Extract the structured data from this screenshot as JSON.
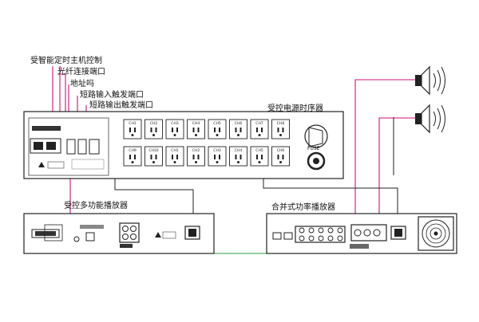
{
  "callouts": {
    "main_control": "受智能定时主机控制",
    "fiber_port": "光纤连接端口",
    "address_code": "地址吗",
    "short_in": "短路输入触发端口",
    "short_out": "短路输出触发端口"
  },
  "devices": {
    "sequencer": {
      "title": "受控电源时序器",
      "fuse_label": "FUSE"
    },
    "multi_player": {
      "title": "受控多功能播放器"
    },
    "amplifier": {
      "title": "合并式功率播放器"
    }
  },
  "sequencer_channels": {
    "top_row": [
      "CH1",
      "CH2",
      "CH3",
      "CH4",
      "CH5",
      "CH6",
      "CH7",
      "CH8"
    ],
    "bottom_row": [
      "CH9",
      "CH10",
      "CH1",
      "CH2",
      "CH3",
      "CH4",
      "CH5",
      "CH6"
    ]
  },
  "colors": {
    "signal": "#d01078",
    "audio_link": "#2aa04a",
    "power_link": "#222222"
  }
}
